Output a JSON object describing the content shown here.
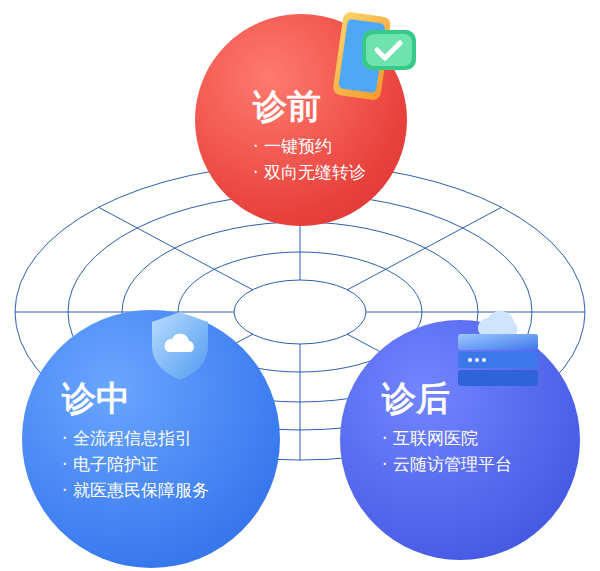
{
  "diagram": {
    "nodes": [
      {
        "text": [
          "诊前",
          "· 一键预约",
          "· 双向无缝转诊"
        ]
      },
      {
        "text": [
          "诊中",
          "· 全流程信息指引",
          "· 电子陪护证",
          "· 就医惠民保障服务"
        ]
      },
      {
        "text": [
          "诊后",
          "· 互联网医院",
          "· 云随访管理平台"
        ]
      }
    ]
  }
}
